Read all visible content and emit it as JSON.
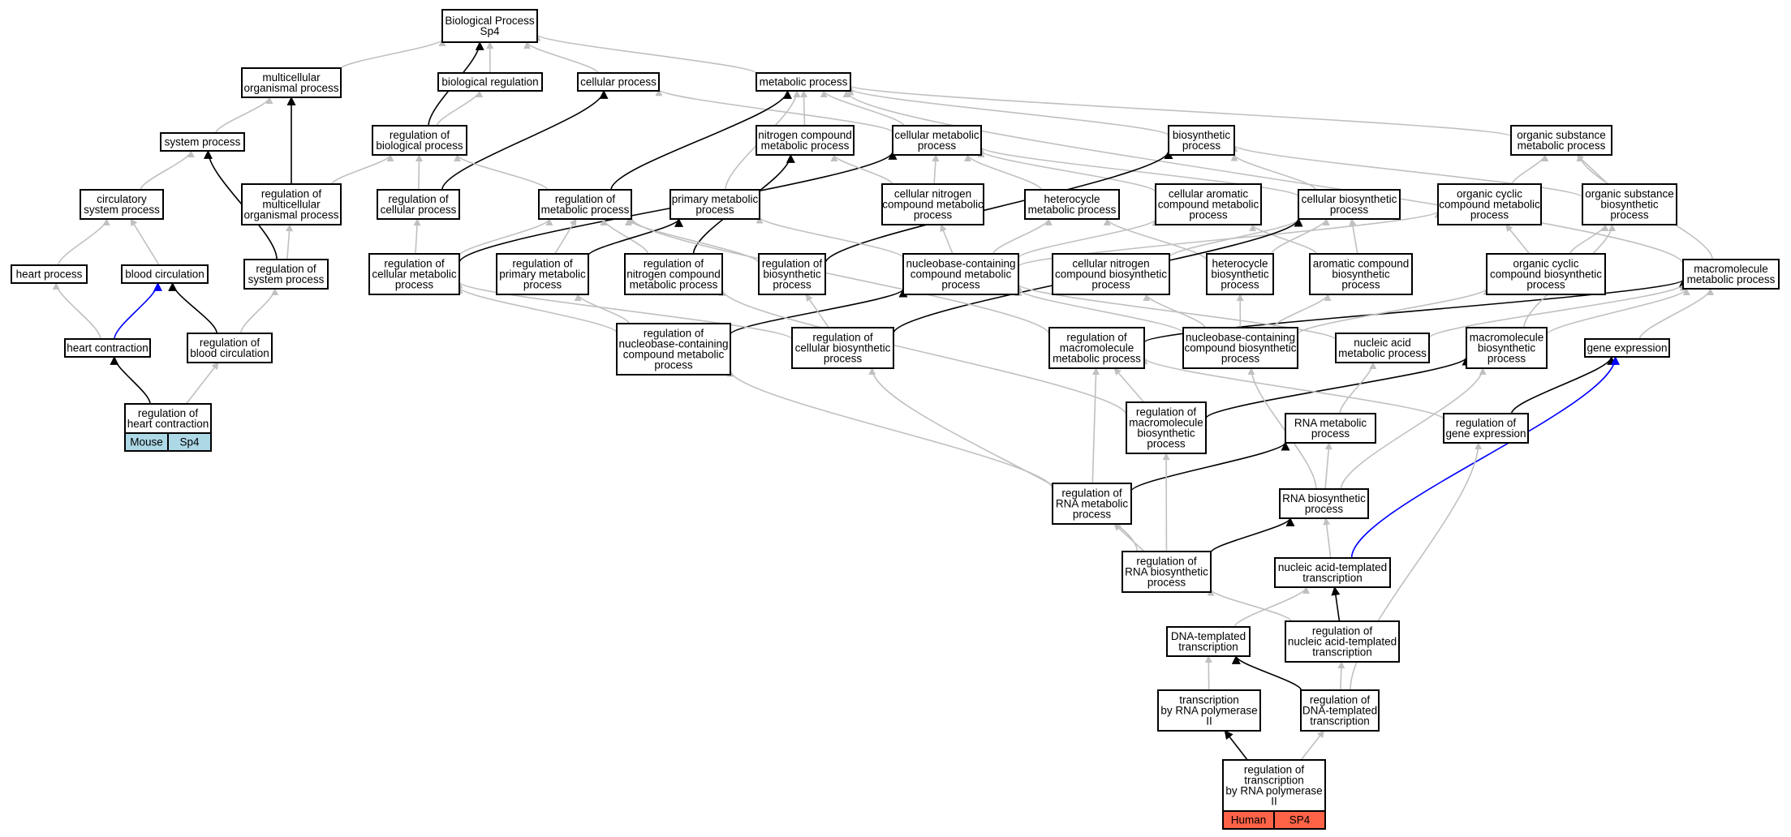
{
  "colors": {
    "inferred_edge": "#c0c0c0",
    "direct_edge": "#000000",
    "ortholog_edge": "#0000ff",
    "mouse_cell": "#add8e6",
    "human_cell": "#ff6347"
  },
  "nodes": {
    "bp": [
      "Biological Process",
      "Sp4"
    ],
    "multi_org": [
      "multicellular",
      "organismal process"
    ],
    "bio_reg": [
      "biological regulation"
    ],
    "cell_proc": [
      "cellular process"
    ],
    "met_proc": [
      "metabolic process"
    ],
    "sys_proc": [
      "system process"
    ],
    "reg_bio": [
      "regulation of",
      "biological process"
    ],
    "nitro_met": [
      "nitrogen compound",
      "metabolic process"
    ],
    "cell_met": [
      "cellular metabolic",
      "process"
    ],
    "biosyn": [
      "biosynthetic",
      "process"
    ],
    "org_sub_met": [
      "organic substance",
      "metabolic process"
    ],
    "circ_sys": [
      "circulatory",
      "system process"
    ],
    "reg_multi": [
      "regulation of",
      "multicellular",
      "organismal process"
    ],
    "reg_cell_proc": [
      "regulation of",
      "cellular process"
    ],
    "reg_met": [
      "regulation of",
      "metabolic process"
    ],
    "prim_met": [
      "primary metabolic",
      "process"
    ],
    "cell_nitro_met": [
      "cellular nitrogen",
      "compound metabolic",
      "process"
    ],
    "hetero_met": [
      "heterocycle",
      "metabolic process"
    ],
    "cell_arom_met": [
      "cellular aromatic",
      "compound metabolic",
      "process"
    ],
    "cell_biosyn": [
      "cellular biosynthetic",
      "process"
    ],
    "org_cyc_met": [
      "organic cyclic",
      "compound metabolic",
      "process"
    ],
    "org_sub_bio": [
      "organic substance",
      "biosynthetic",
      "process"
    ],
    "heart_proc": [
      "heart process"
    ],
    "blood_circ": [
      "blood circulation"
    ],
    "reg_sys": [
      "regulation of",
      "system process"
    ],
    "reg_cell_met": [
      "regulation of",
      "cellular metabolic",
      "process"
    ],
    "reg_prim_met": [
      "regulation of",
      "primary metabolic",
      "process"
    ],
    "reg_nitro_met": [
      "regulation of",
      "nitrogen compound",
      "metabolic process"
    ],
    "reg_biosyn": [
      "regulation of",
      "biosynthetic",
      "process"
    ],
    "nuc_comp_met": [
      "nucleobase-containing",
      "compound metabolic",
      "process"
    ],
    "cell_nitro_bio": [
      "cellular nitrogen",
      "compound biosynthetic",
      "process"
    ],
    "hetero_bio": [
      "heterocycle",
      "biosynthetic",
      "process"
    ],
    "arom_bio": [
      "aromatic compound",
      "biosynthetic",
      "process"
    ],
    "org_cyc_bio": [
      "organic cyclic",
      "compound biosynthetic",
      "process"
    ],
    "macro_met": [
      "macromolecule",
      "metabolic process"
    ],
    "heart_contr": [
      "heart contraction"
    ],
    "reg_blood": [
      "regulation of",
      "blood circulation"
    ],
    "reg_nuc_met": [
      "regulation of",
      "nucleobase-containing",
      "compound metabolic",
      "process"
    ],
    "reg_cell_bio": [
      "regulation of",
      "cellular biosynthetic",
      "process"
    ],
    "reg_macro_met": [
      "regulation of",
      "macromolecule",
      "metabolic process"
    ],
    "nuc_comp_bio": [
      "nucleobase-containing",
      "compound biosynthetic",
      "process"
    ],
    "na_met": [
      "nucleic acid",
      "metabolic process"
    ],
    "macro_bio": [
      "macromolecule",
      "biosynthetic",
      "process"
    ],
    "gene_expr": [
      "gene expression"
    ],
    "reg_heart": [
      "regulation of",
      "heart contraction"
    ],
    "reg_macro_bio": [
      "regulation of",
      "macromolecule",
      "biosynthetic",
      "process"
    ],
    "rna_met": [
      "RNA metabolic",
      "process"
    ],
    "reg_gene": [
      "regulation of",
      "gene expression"
    ],
    "reg_rna_met": [
      "regulation of",
      "RNA metabolic",
      "process"
    ],
    "rna_bio": [
      "RNA biosynthetic",
      "process"
    ],
    "reg_rna_bio": [
      "regulation of",
      "RNA biosynthetic",
      "process"
    ],
    "na_trans": [
      "nucleic acid-templated",
      "transcription"
    ],
    "dna_trans": [
      "DNA-templated",
      "transcription"
    ],
    "reg_na_trans": [
      "regulation of",
      "nucleic acid-templated",
      "transcription"
    ],
    "trans_pol2": [
      "transcription",
      "by RNA polymerase",
      "II"
    ],
    "reg_dna_trans": [
      "regulation of",
      "DNA-templated",
      "transcription"
    ],
    "reg_trans_pol2": [
      "regulation of",
      "transcription",
      "by RNA polymerase",
      "II"
    ]
  },
  "annotations": {
    "reg_heart": [
      "Mouse",
      "Sp4"
    ],
    "reg_trans_pol2": [
      "Human",
      "SP4"
    ]
  }
}
